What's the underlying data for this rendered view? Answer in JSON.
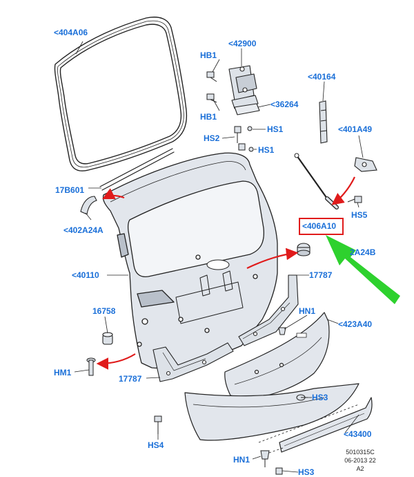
{
  "colors": {
    "label": "#1a6fd8",
    "line": "#222222",
    "panel_fill": "#e2e6ec",
    "arrow_red": "#e01b1b",
    "arrow_green": "#2ed12e",
    "highlight_box": "#e01b1b"
  },
  "labels": {
    "l_404A06": "<404A06",
    "l_42900": "<42900",
    "l_HB1_top": "HB1",
    "l_HB1_bottom": "HB1",
    "l_40164": "<40164",
    "l_36264": "<36264",
    "l_HS1_a": "HS1",
    "l_HS2": "HS2",
    "l_HS1_b": "HS1",
    "l_401A49": "<401A49",
    "l_17B601": "17B601",
    "l_HS5": "HS5",
    "l_402A24A": "<402A24A",
    "l_406A10": "<406A10",
    "l_2A24B": "2A24B",
    "l_40110": "<40110",
    "l_17787_right": "17787",
    "l_16758": "16758",
    "l_HN1_top": "HN1",
    "l_423A40": "<423A40",
    "l_HM1": "HM1",
    "l_17787_left": "17787",
    "l_HS3_mid": "HS3",
    "l_HS4": "HS4",
    "l_43400": "<43400",
    "l_HN1_bottom": "HN1",
    "l_HS3_bottom": "HS3"
  },
  "footer": {
    "code": "5010315C",
    "date": "06-2013 22",
    "rev": "A2"
  }
}
